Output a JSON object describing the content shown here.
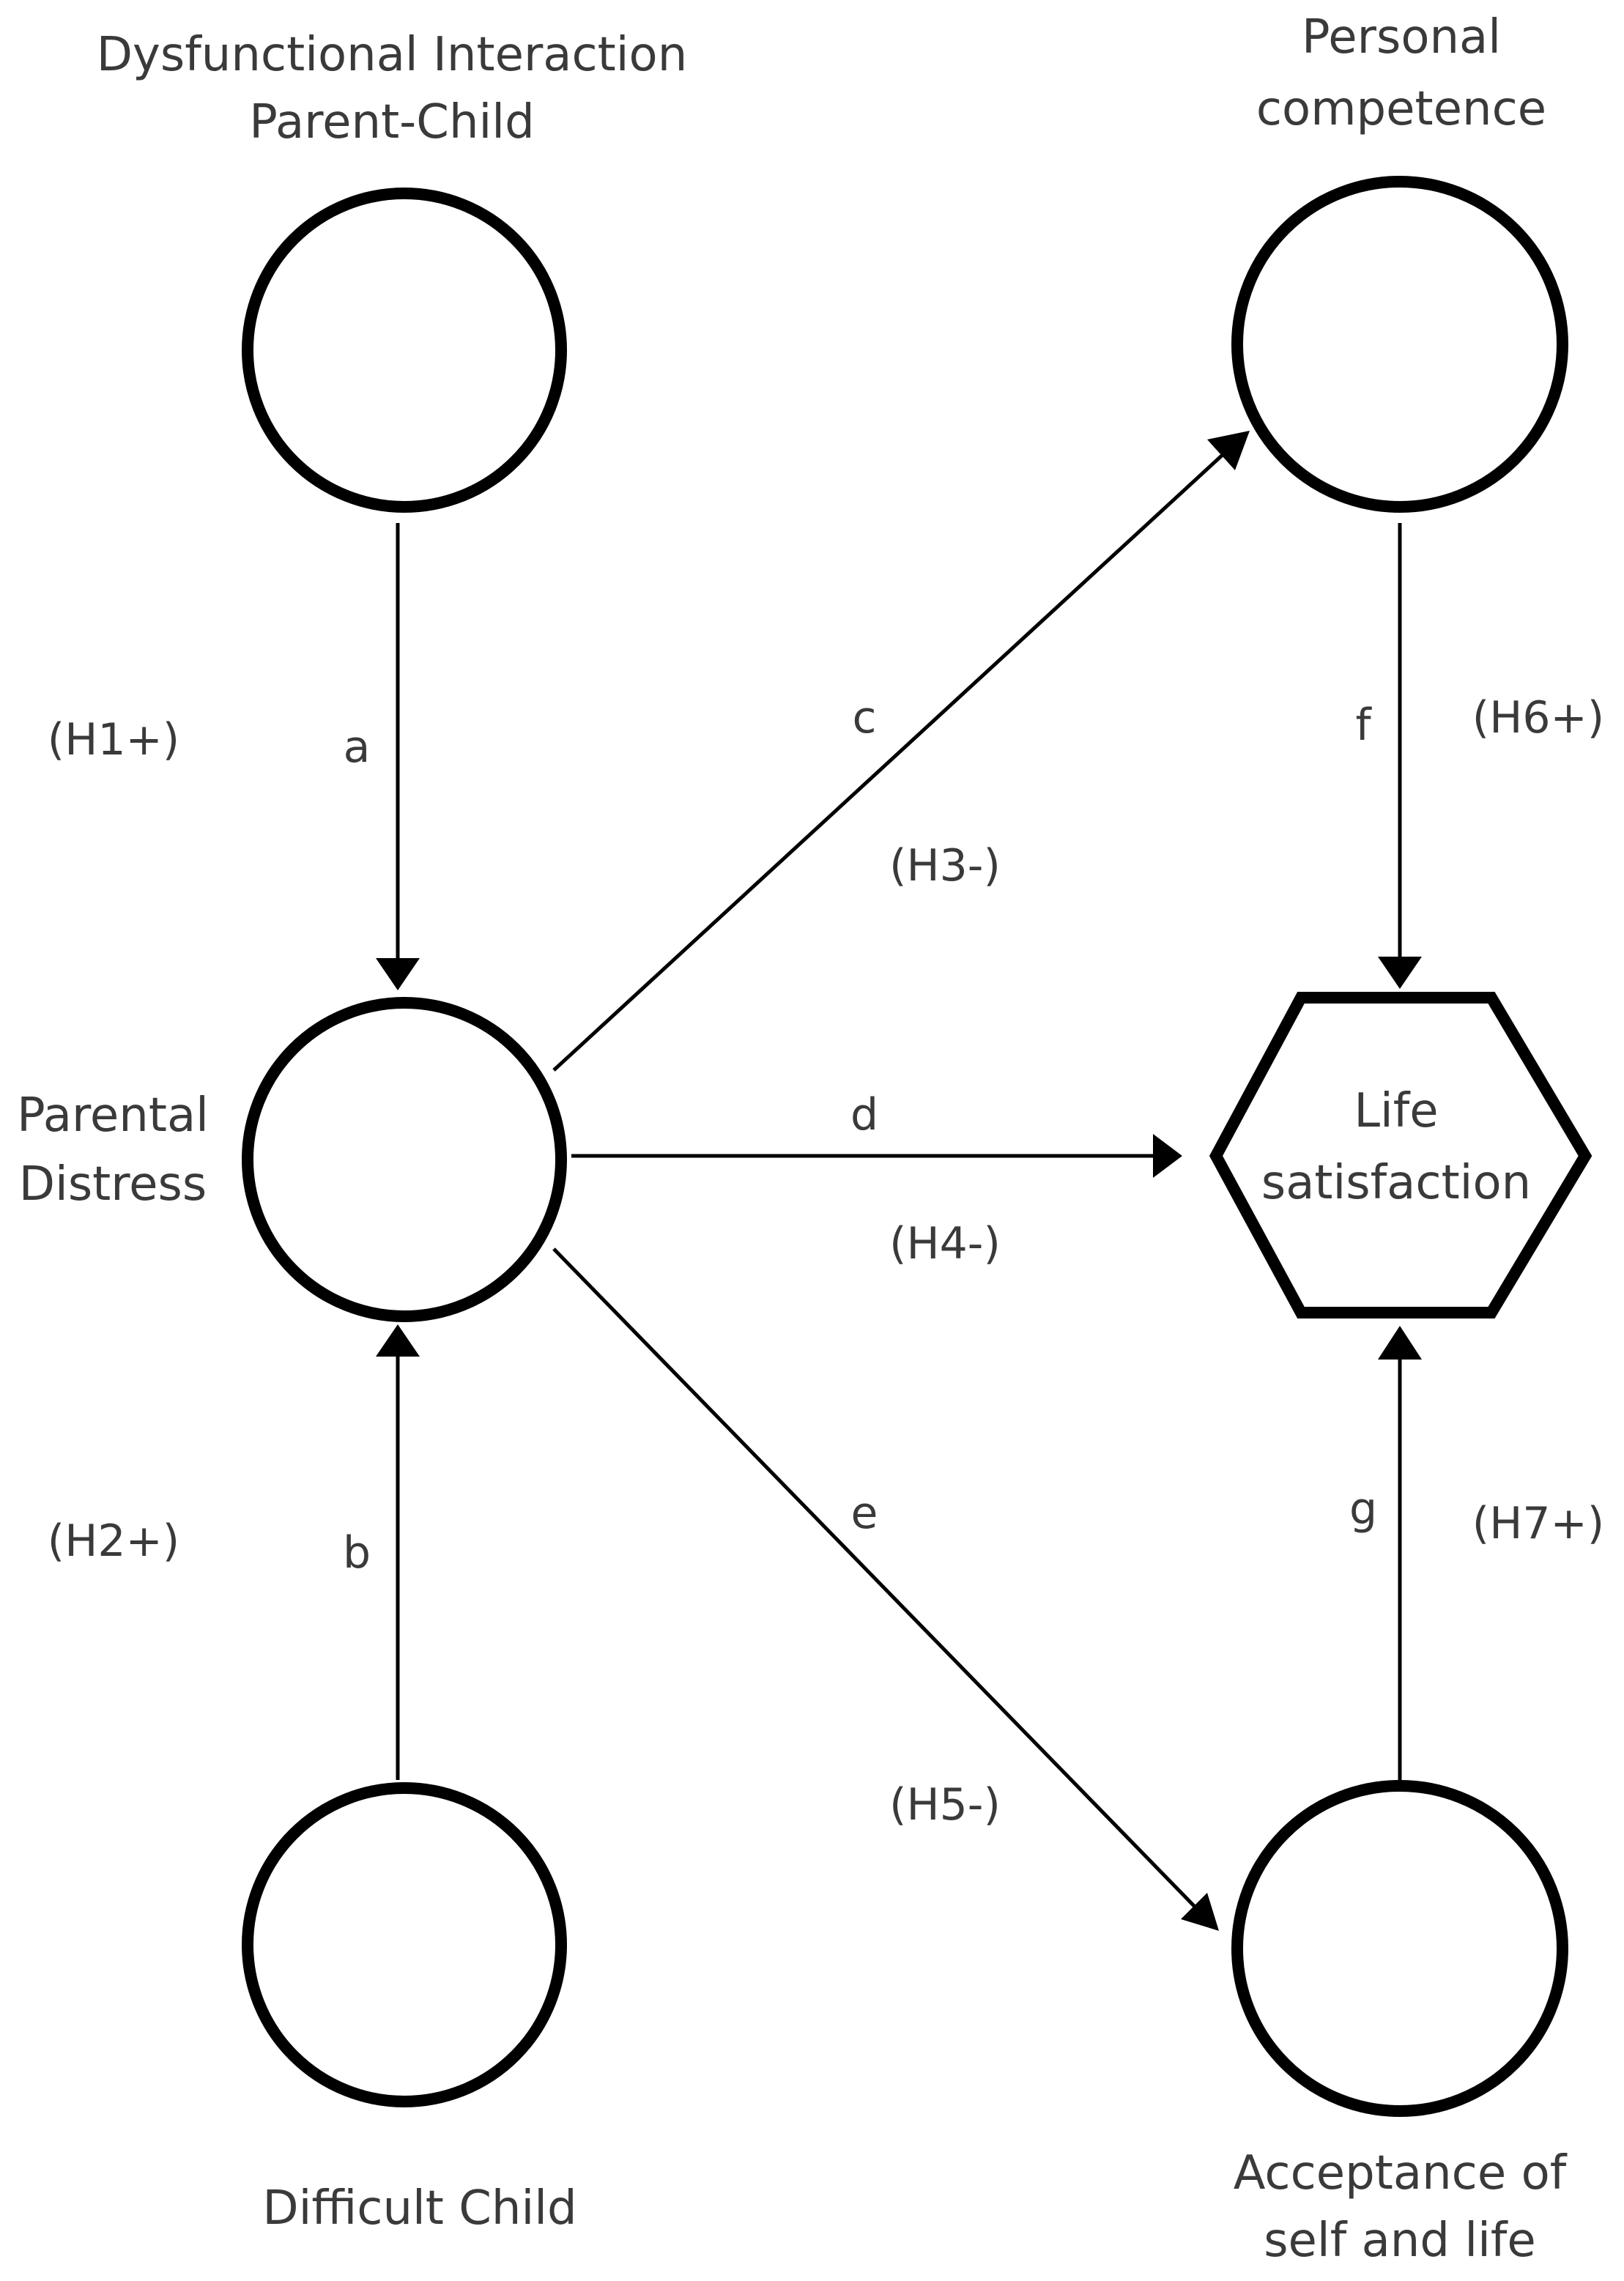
{
  "nodes": {
    "dysfunctional_interaction": {
      "label_lines": [
        "Dysfunctional Interaction",
        "Parent-Child"
      ],
      "shape": "circle"
    },
    "personal_competence": {
      "label_lines": [
        "Personal",
        "competence"
      ],
      "shape": "circle"
    },
    "parental_distress": {
      "label_lines": [
        "Parental",
        "Distress"
      ],
      "shape": "circle"
    },
    "life_satisfaction": {
      "label_lines": [
        "Life",
        "satisfaction"
      ],
      "shape": "hexagon"
    },
    "difficult_child": {
      "label_lines": [
        "Difficult Child"
      ],
      "shape": "circle"
    },
    "acceptance_self_life": {
      "label_lines": [
        "Acceptance of",
        "self and life"
      ],
      "shape": "circle"
    }
  },
  "paths": [
    {
      "id": "a",
      "letter": "a",
      "hypothesis": "(H1+)",
      "from": "Dysfunctional Interaction Parent-Child",
      "to": "Parental Distress"
    },
    {
      "id": "b",
      "letter": "b",
      "hypothesis": "(H2+)",
      "from": "Difficult Child",
      "to": "Parental Distress"
    },
    {
      "id": "c",
      "letter": "c",
      "hypothesis": "(H3-)",
      "from": "Parental Distress",
      "to": "Personal competence"
    },
    {
      "id": "d",
      "letter": "d",
      "hypothesis": "(H4-)",
      "from": "Parental Distress",
      "to": "Life satisfaction"
    },
    {
      "id": "e",
      "letter": "e",
      "hypothesis": "(H5-)",
      "from": "Parental Distress",
      "to": "Acceptance of self and life"
    },
    {
      "id": "f",
      "letter": "f",
      "hypothesis": "(H6+)",
      "from": "Personal competence",
      "to": "Life satisfaction"
    },
    {
      "id": "g",
      "letter": "g",
      "hypothesis": "(H7+)",
      "from": "Acceptance of self and life",
      "to": "Life satisfaction"
    }
  ],
  "colors": {
    "stroke": "#000000",
    "text": "#3a3a3a",
    "background": "#ffffff"
  }
}
